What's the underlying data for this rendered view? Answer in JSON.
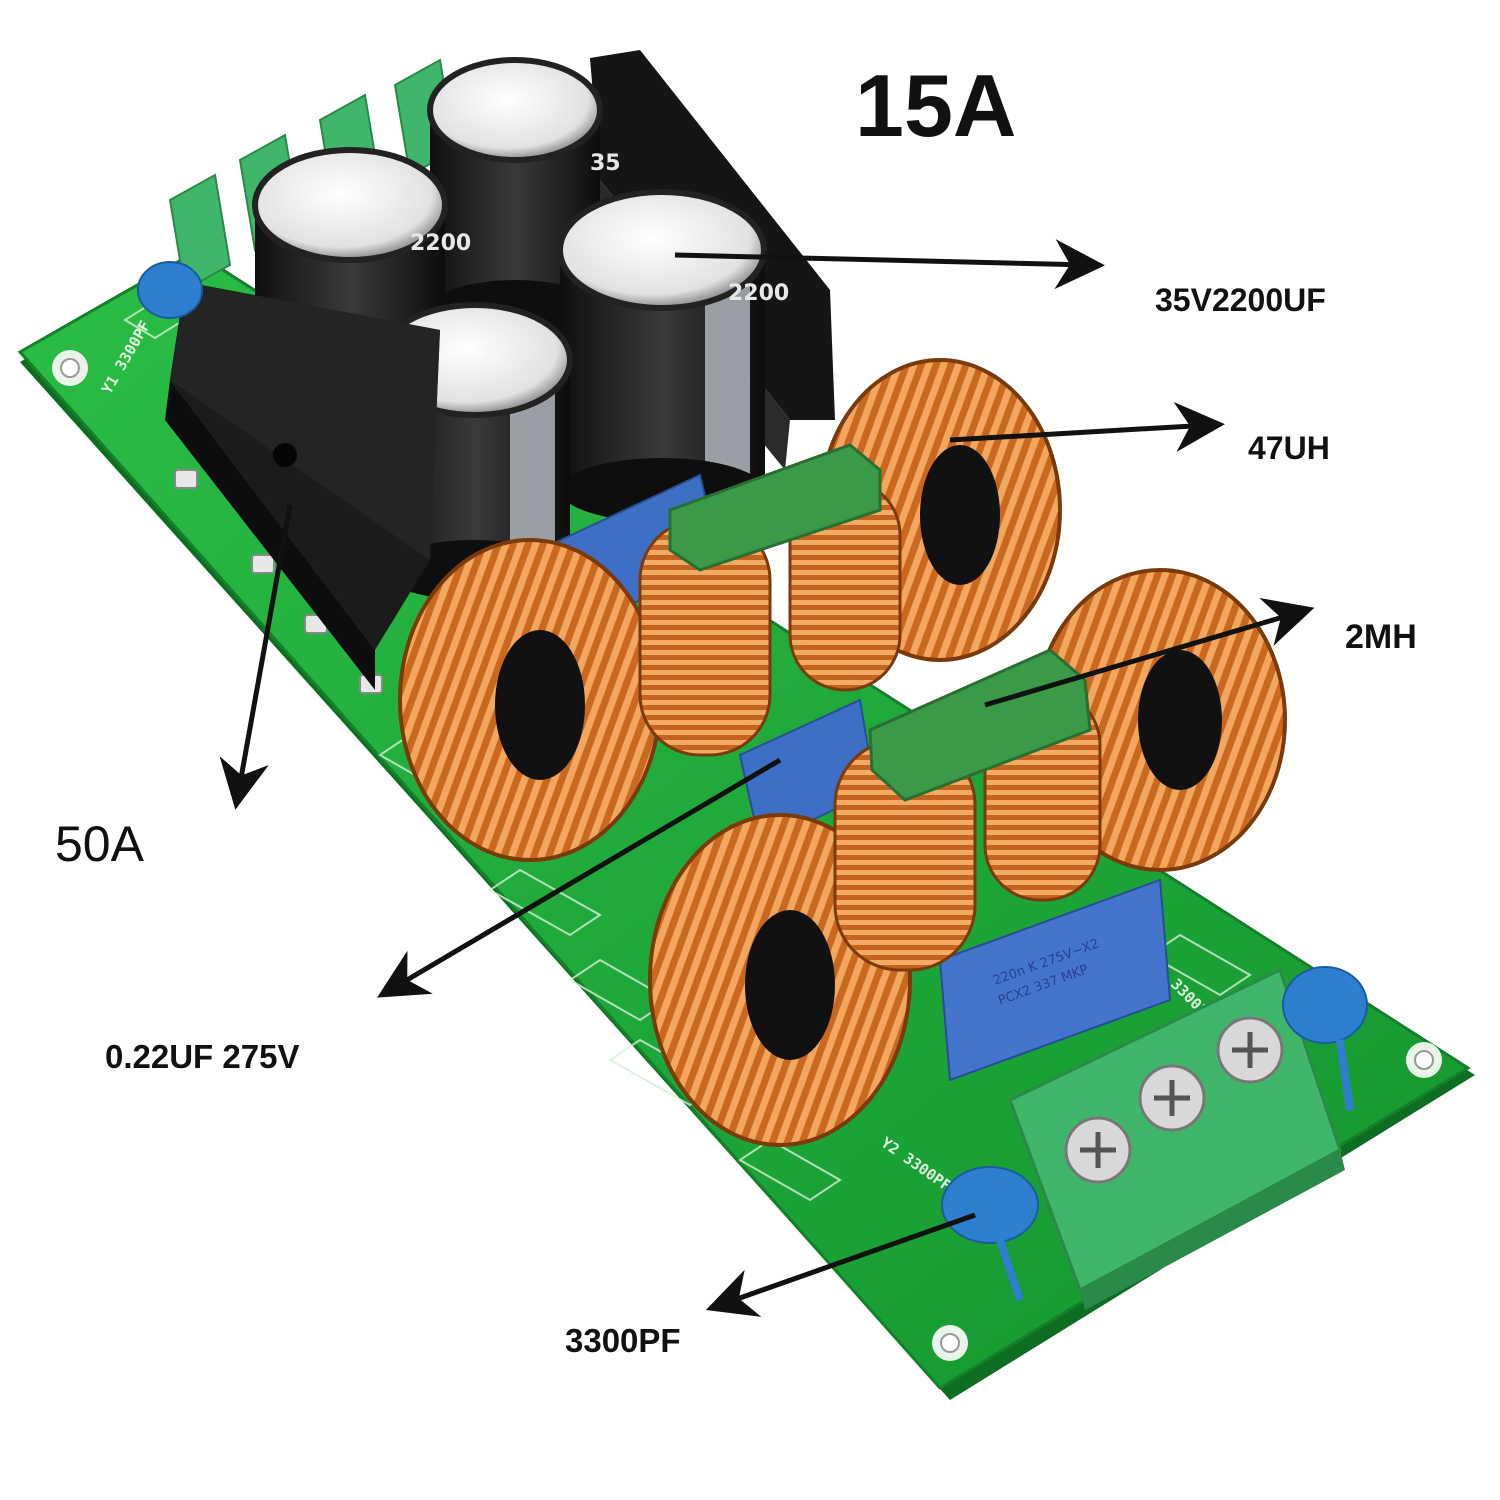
{
  "title": "15A",
  "callouts": {
    "capacitor": "35V2200UF",
    "inductor_47": "47UH",
    "choke_2mh": "2MH",
    "bridge": "50A",
    "x2_cap": "0.22UF 275V",
    "y_cap": "3300PF"
  },
  "board": {
    "silk_y1": "Y1 3300PF",
    "silk_y2": "Y2 3300PF",
    "silk_y3": "3300PF",
    "x2_marking_line1": "220n K 275V~X2",
    "x2_marking_line2": "PCX2 337 MKP",
    "electrolytic_marking": "2200",
    "electrolytic_voltage": "35"
  },
  "colors": {
    "pcb": "#1fae3c",
    "pcb_edge": "#13802a",
    "copper": "#d9782a",
    "terminal": "#3fb66a",
    "x2_cap": "#3d6fc6",
    "y_cap": "#2f7fd0",
    "choke_band": "#3b9a48"
  }
}
